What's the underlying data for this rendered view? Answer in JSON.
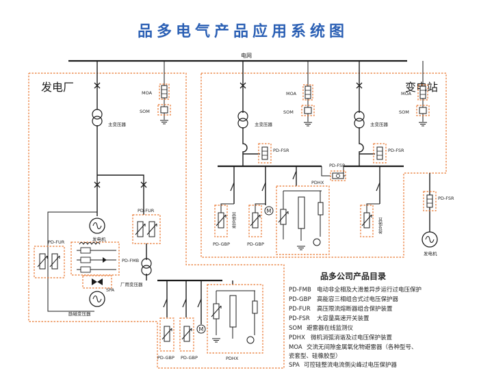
{
  "title": "品多电气产品应用系统图",
  "grid_label": "电网",
  "regions": {
    "power_plant": "发电厂",
    "substation": "变电站"
  },
  "components": {
    "moa": "MOA",
    "som": "SOM",
    "main_transformer": "主变压器",
    "pd_fsr": "PD-FSR",
    "pd_fur": "PD-FUR",
    "pd_fmb": "PD-FMB",
    "pd_gbp": "PD-GBP",
    "pdhx": "PDHX",
    "spa": "SPA",
    "generator": "发电机",
    "aux_transformer": "厂用变压器",
    "excitation_transformer": "励磁变压器",
    "other_load": "其他负荷",
    "motor": "M"
  },
  "catalog": {
    "heading": "品多公司产品目录",
    "items": [
      {
        "code": "PD-FMB",
        "desc": "电动非全相及大滑差异步运行过电压保护"
      },
      {
        "code": "PD-GBP",
        "desc": "高能容三相组合式过电压保护器"
      },
      {
        "code": "PD-FUR",
        "desc": "高压限流熔断器组合保护装置"
      },
      {
        "code": "PD-FSR",
        "desc": "大容量高速开关装置"
      },
      {
        "code": "SOM",
        "desc": "避雷器在线监测仪"
      },
      {
        "code": "PDHX",
        "desc": "微机消弧消谐及过电压保护装置"
      },
      {
        "code": "MOA",
        "desc": "交流无间隙金属氧化物避雷器（各种型号、"
      },
      {
        "code": "",
        "desc": "瓷套型、硅橡胶型）"
      },
      {
        "code": "SPA",
        "desc": "可控硅整流电流侧尖峰过电压保护器"
      }
    ]
  },
  "colors": {
    "title": "#2a5fb4",
    "dashed_border": "#e8732b",
    "wire": "#1a1a1a"
  }
}
